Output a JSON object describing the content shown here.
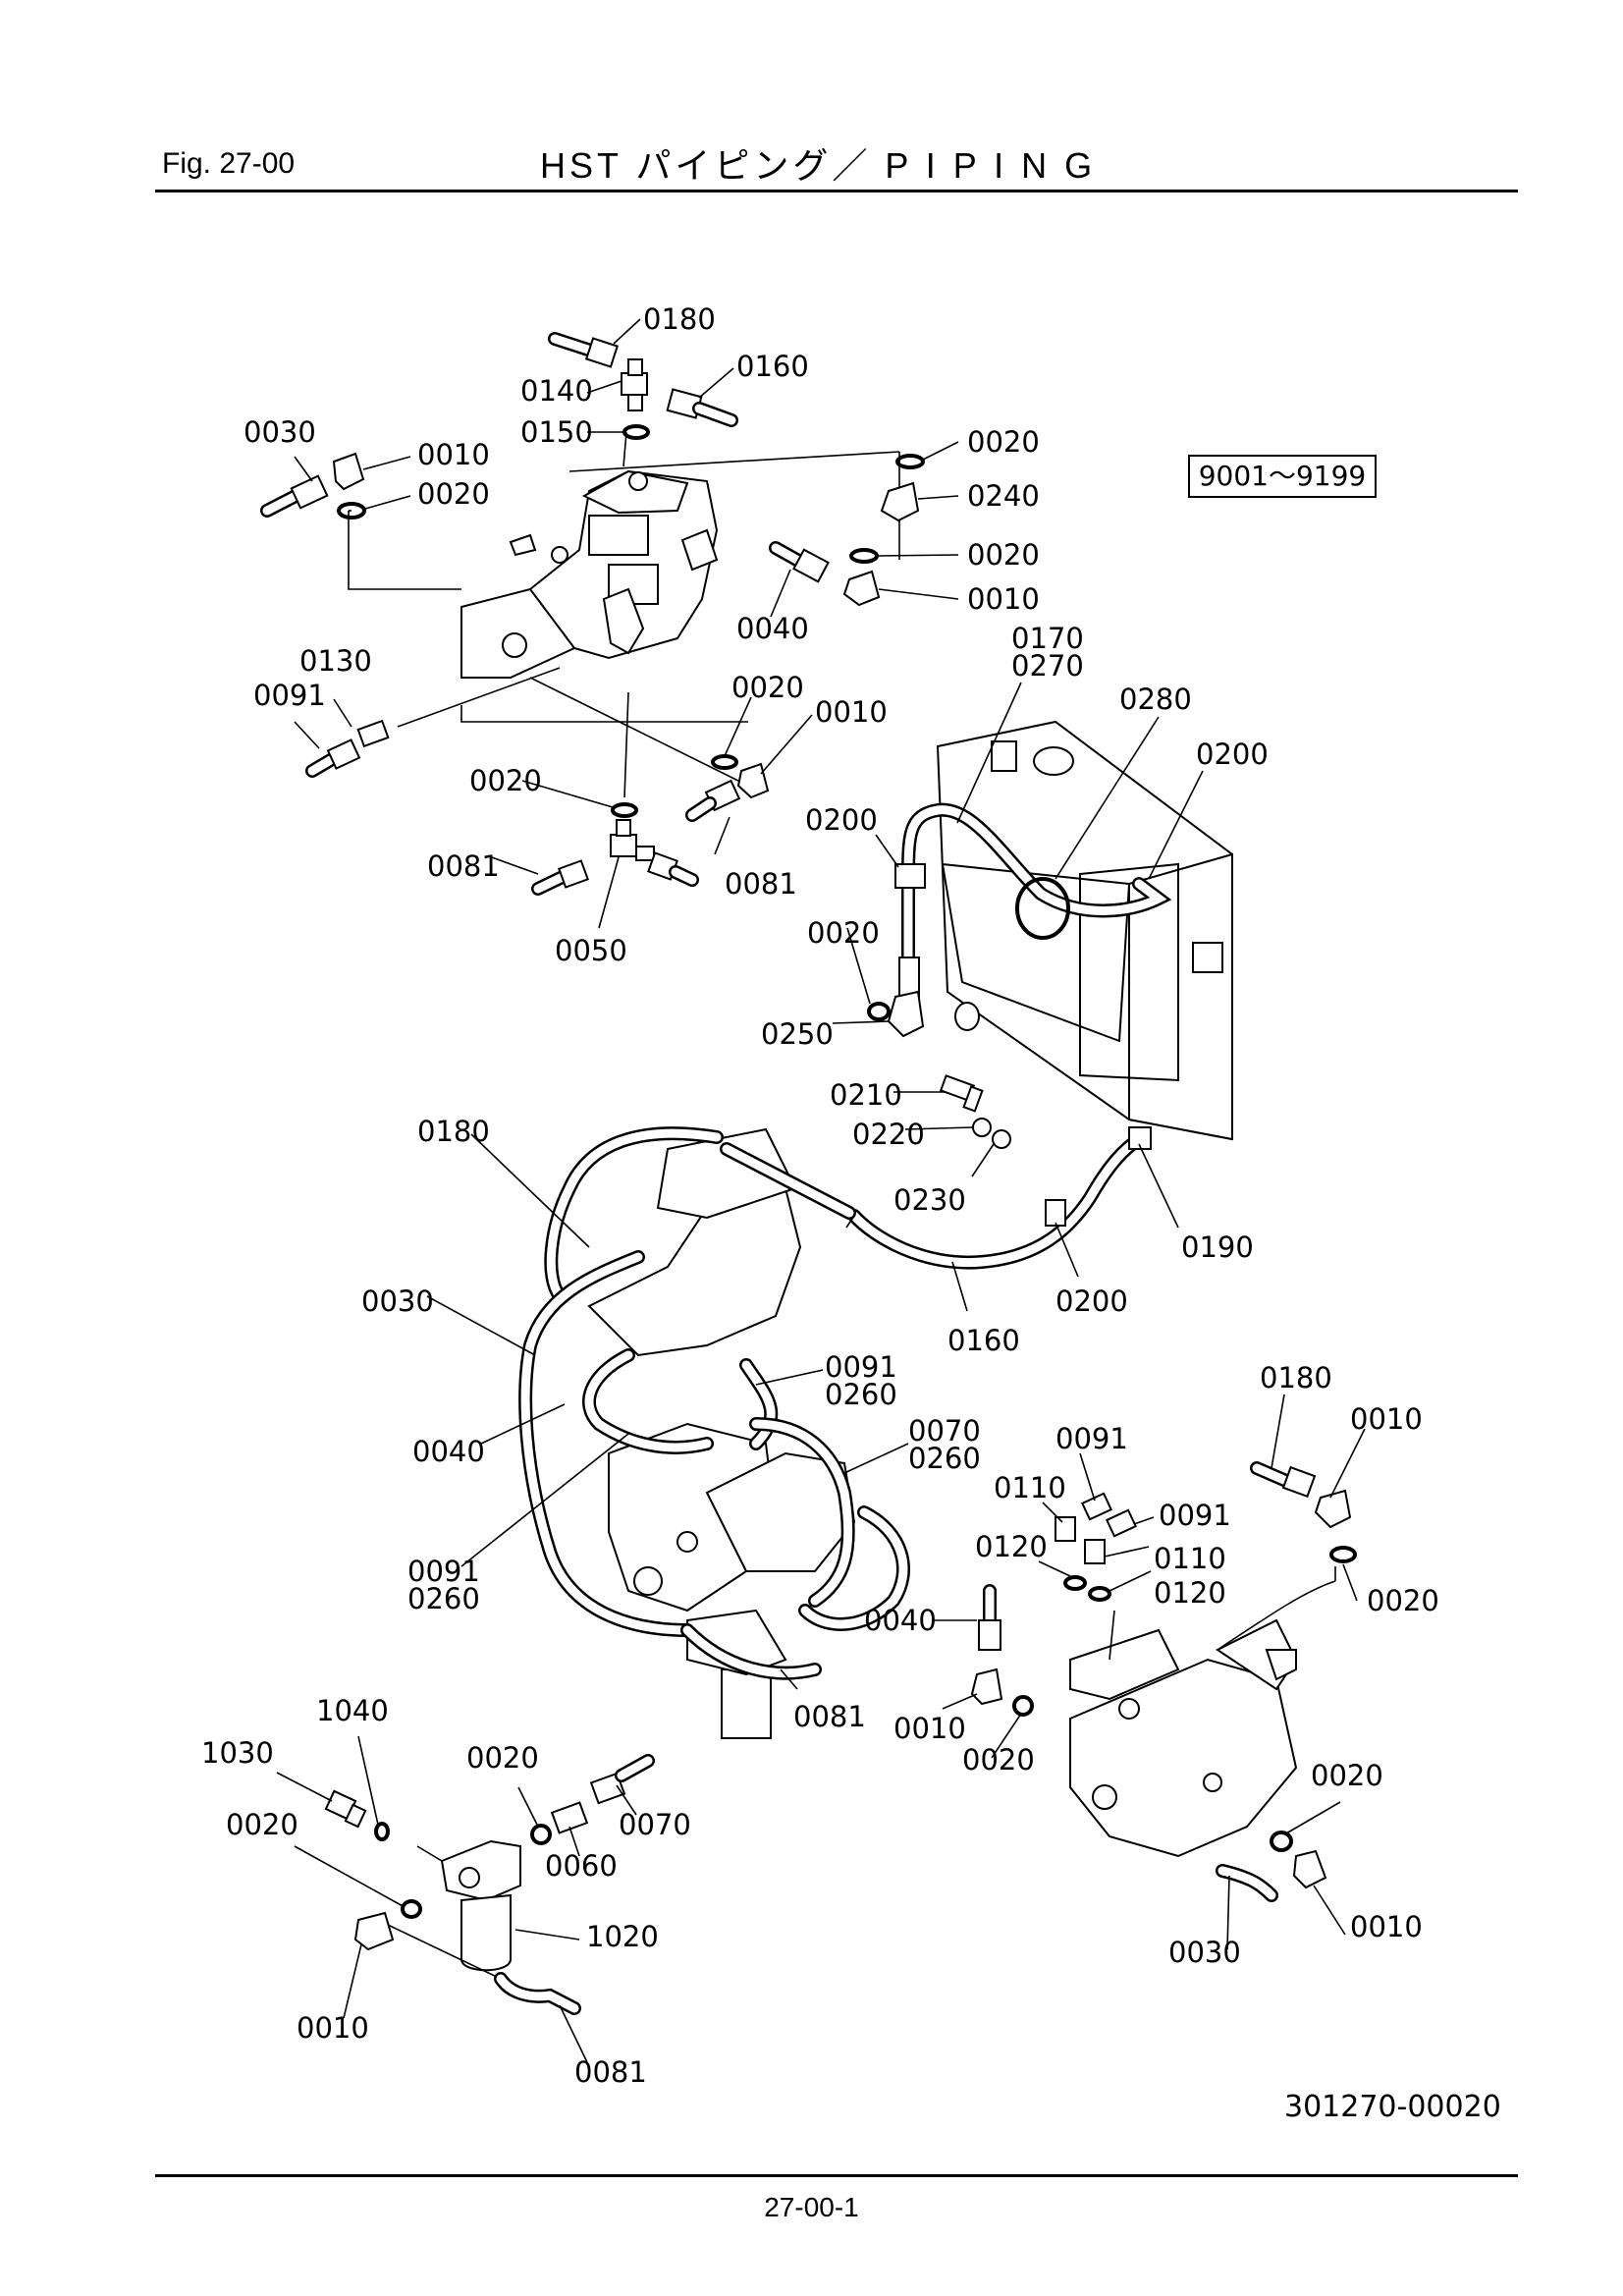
{
  "header": {
    "fig": "Fig.  27-00",
    "title": "HST パイピング／ P I P I N G"
  },
  "serial_range": "9001～9199",
  "doc_number": "301270-00020",
  "page_number": "27-00-1",
  "callouts": {
    "c0180a": "0180",
    "c0160a": "0160",
    "c0140": "0140",
    "c0150": "0150",
    "c0030a": "0030",
    "c0010a": "0010",
    "c0020a": "0020",
    "c0020b": "0020",
    "c0240": "0240",
    "c0020c": "0020",
    "c0010b": "0010",
    "c0040a": "0040",
    "c0170": "0170",
    "c0270a": "0270",
    "c0280": "0280",
    "c0200a": "0200",
    "c0130": "0130",
    "c0091a": "0091",
    "c0020d": "0020",
    "c0010c": "0010",
    "c0200b": "0200",
    "c0020e": "0020",
    "c0081a": "0081",
    "c0081b": "0081",
    "c0050": "0050",
    "c0020f": "0020",
    "c0250": "0250",
    "c0180b": "0180",
    "c0210": "0210",
    "c0220": "0220",
    "c0230": "0230",
    "c0190": "0190",
    "c0200c": "0200",
    "c0160b": "0160",
    "c0030b": "0030",
    "c0091b": "0091",
    "c0260b": "0260",
    "c0070a": "0070",
    "c0260c": "0260",
    "c0040b": "0040",
    "c0091c": "0091",
    "c0260d": "0260",
    "c0180c": "0180",
    "c0010d": "0010",
    "c0091d": "0091",
    "c0110a": "0110",
    "c0091e": "0091",
    "c0120a": "0120",
    "c0110b": "0110",
    "c0120b": "0120",
    "c0020g": "0020",
    "c0040c": "0040",
    "c0081c": "0081",
    "c1040": "1040",
    "c1030": "1030",
    "c0020h": "0020",
    "c0070b": "0070",
    "c0020i": "0020",
    "c0060": "0060",
    "c1020": "1020",
    "c0010e": "0010",
    "c0020j": "0020",
    "c0010f": "0010",
    "c0020k": "0020",
    "c0010g": "0010",
    "c0030c": "0030",
    "c0081d": "0081"
  }
}
